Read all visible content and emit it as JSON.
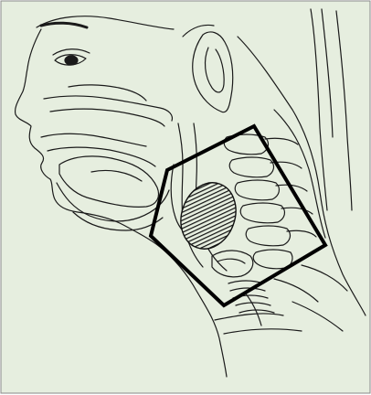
{
  "colors": {
    "page_background": "#ffffff",
    "panel_background": "#e6eedf",
    "panel_border": "#888888",
    "line_art": "#1a1a1a",
    "outline_box": "#000000",
    "hatched_mass": "#111111"
  },
  "diagram": {
    "subject": "lateral-head-and-neck-outline",
    "outlined_region": "neck-cross-section-box",
    "hatched_region": "oval-mass"
  }
}
